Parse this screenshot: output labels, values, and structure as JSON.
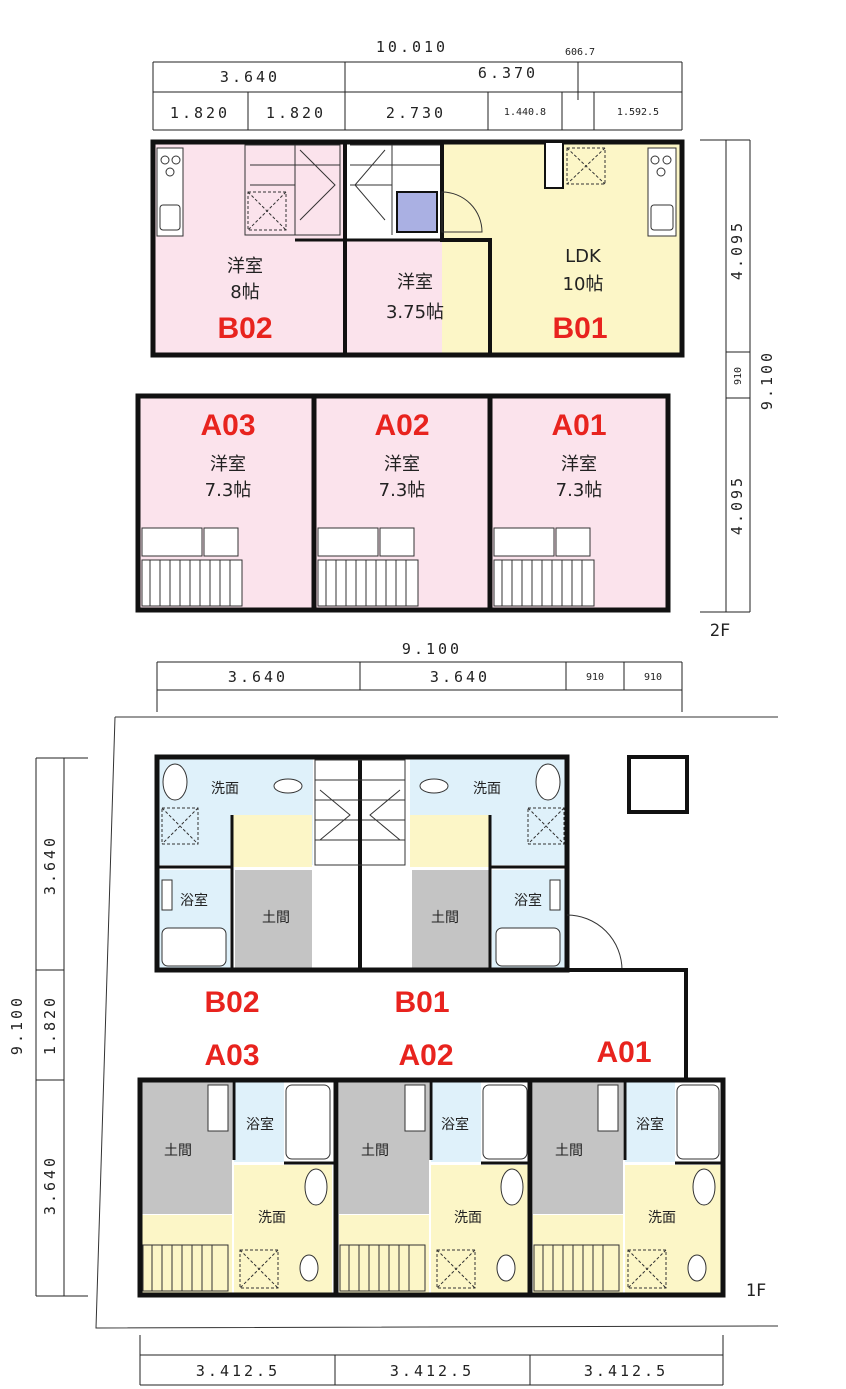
{
  "colors": {
    "pink": "#fbe3ec",
    "yellow": "#fcf6c7",
    "cyan": "#dff1fa",
    "gray": "#c4c4c4",
    "purple": "#aab0e3",
    "red": "#e8231e"
  },
  "floor2": {
    "label": "2F",
    "dims_top": {
      "total": "10.010",
      "left": "3.640",
      "right": "6.370",
      "small": "606.7",
      "s1": "1.820",
      "s2": "1.820",
      "s3": "2.730",
      "s4": "1.440.8",
      "s5": "1.592.5"
    },
    "dims_right": {
      "r1": "4.095",
      "r2": "910",
      "r3": "4.095",
      "total": "9.100"
    },
    "rooms": {
      "b02_type": "洋室",
      "b02_size": "8帖",
      "b02_unit": "B02",
      "mid_type": "洋室",
      "mid_size": "3.75帖",
      "b01_type": "LDK",
      "b01_size": "10帖",
      "b01_unit": "B01",
      "a03_unit": "A03",
      "a03_type": "洋室",
      "a03_size": "7.3帖",
      "a02_unit": "A02",
      "a02_type": "洋室",
      "a02_size": "7.3帖",
      "a01_unit": "A01",
      "a01_type": "洋室",
      "a01_size": "7.3帖"
    }
  },
  "floor1": {
    "label": "1F",
    "dims_top": {
      "total": "9.100",
      "d1": "3.640",
      "d2": "3.640",
      "d3": "910",
      "d4": "910"
    },
    "dims_left": {
      "d1": "3.640",
      "d2": "1.820",
      "d3": "3.640",
      "total": "9.100"
    },
    "dims_bottom": {
      "d1": "3.412.5",
      "d2": "3.412.5",
      "d3": "3.412.5"
    },
    "rooms": {
      "wash": "洗面",
      "bath": "浴室",
      "entry": "土間"
    },
    "units": {
      "b02": "B02",
      "b01": "B01",
      "a03": "A03",
      "a02": "A02",
      "a01": "A01"
    }
  }
}
